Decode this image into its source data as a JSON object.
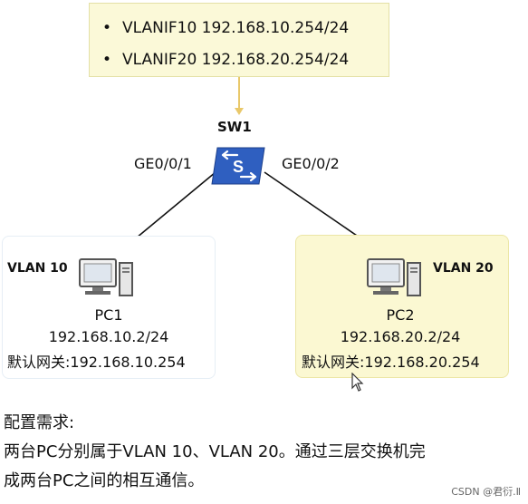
{
  "note": {
    "lines": [
      "VLANIF10 192.168.10.254/24",
      "VLANIF20 192.168.20.254/24"
    ],
    "bullet": "•",
    "background": "#fbf9d8"
  },
  "switch": {
    "name": "SW1",
    "icon": "switch-icon",
    "icon_letter": "S",
    "color": "#2f5fc0",
    "port_left": "GE0/0/1",
    "port_right": "GE0/0/2"
  },
  "pcs": [
    {
      "vlan": "VLAN 10",
      "name": "PC1",
      "ip": "192.168.10.2/24",
      "gateway": "默认网关:192.168.10.254",
      "icon": "computer-icon",
      "highlight": "#ffffff"
    },
    {
      "vlan": "VLAN 20",
      "name": "PC2",
      "ip": "192.168.20.2/24",
      "gateway": "默认网关:192.168.20.254",
      "icon": "computer-icon",
      "highlight": "#fbf8d2"
    }
  ],
  "requirement": {
    "title": "配置需求:",
    "line1": "两台PC分别属于VLAN 10、VLAN 20。通过三层交换机完",
    "line2": "成两台PC之间的相互通信。"
  },
  "watermark": "CSDN @君衍.Ⅱ"
}
